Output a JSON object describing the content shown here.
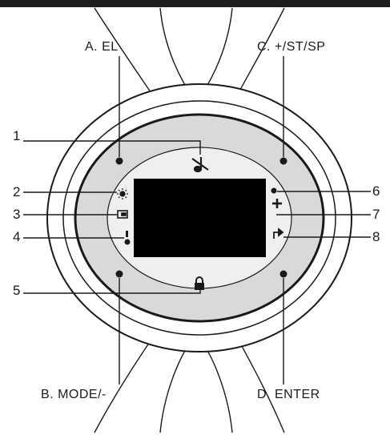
{
  "buttons": {
    "a": {
      "label": "A. EL"
    },
    "b": {
      "label": "B. MODE/-"
    },
    "c": {
      "label": "C. +/ST/SP"
    },
    "d": {
      "label": "D. ENTER"
    }
  },
  "callouts": {
    "n1": "1",
    "n2": "2",
    "n3": "3",
    "n4": "4",
    "n5": "5",
    "n6": "6",
    "n7": "7",
    "n8": "8"
  },
  "colors": {
    "bezel": "#d9d9d9",
    "outline": "#1a1a1a",
    "display": "#000000",
    "background": "#ffffff"
  },
  "icons": {
    "n1": "music-off-icon",
    "n2": "sun-icon",
    "n3": "battery-icon",
    "n4": "minus-indicator-icon",
    "n5": "lock-icon",
    "n6": "dot-indicator-icon",
    "n7": "plus-icon",
    "n8": "arrow-icon"
  }
}
